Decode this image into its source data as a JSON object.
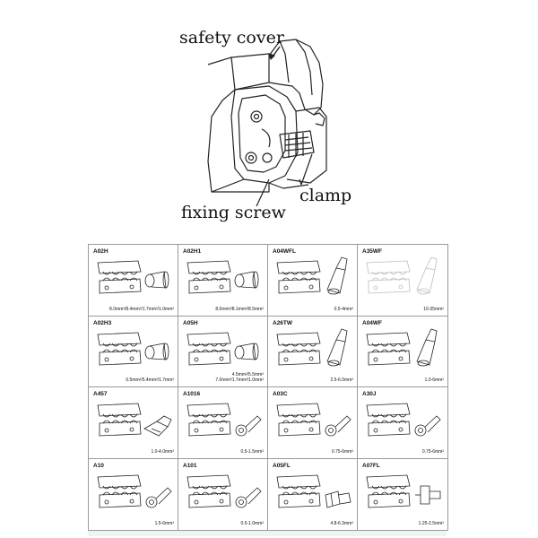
{
  "diagram": {
    "labels": {
      "safety_cover": "safety cover",
      "clamp": "clamp",
      "fixing_screw": "fixing screw"
    }
  },
  "dies": [
    {
      "code": "A02H",
      "spec": "8.0mm²/8.4mm²/1.7mm²/1.0mm²",
      "terminal": "bullet",
      "faded": false
    },
    {
      "code": "A02H1",
      "spec": "8.6mm²/8.1mm²/8.5mm²",
      "terminal": "bullet",
      "faded": false
    },
    {
      "code": "A04WFL",
      "spec": "0.5-4mm²",
      "terminal": "ferrule",
      "faded": false
    },
    {
      "code": "A35WF",
      "spec": "10-35mm²",
      "terminal": "ferrule",
      "faded": true
    },
    {
      "code": "A02H3",
      "spec": "6.5mm²/5.4mm²/1.7mm²",
      "terminal": "bullet",
      "faded": false
    },
    {
      "code": "A05H",
      "spec": "4.5mm²/5.5mm²\n7.0mm²/1.7mm²/1.0mm²",
      "terminal": "bullet",
      "faded": false
    },
    {
      "code": "A26TW",
      "spec": "2.5-6.0mm²",
      "terminal": "ferrule",
      "faded": false
    },
    {
      "code": "A04WF",
      "spec": "1.0-6mm²",
      "terminal": "ferrule",
      "faded": false
    },
    {
      "code": "A457",
      "spec": "1.0-4.0mm²",
      "terminal": "spade",
      "faded": false
    },
    {
      "code": "A1016",
      "spec": "0.5-1.5mm²",
      "terminal": "ring",
      "faded": false
    },
    {
      "code": "A03C",
      "spec": "0.75-6mm²",
      "terminal": "ring",
      "faded": false
    },
    {
      "code": "A30J",
      "spec": "0.75-6mm²",
      "terminal": "ring",
      "faded": false
    },
    {
      "code": "A10",
      "spec": "1.5-6mm²",
      "terminal": "ring",
      "faded": false
    },
    {
      "code": "A101",
      "spec": "0.5-1.0mm²",
      "terminal": "ring",
      "faded": false
    },
    {
      "code": "A05FL",
      "spec": "4.8-6.3mm²",
      "terminal": "flag",
      "faded": false
    },
    {
      "code": "A07FL",
      "spec": "1.25-2.5mm²",
      "terminal": "angle",
      "faded": false
    }
  ]
}
